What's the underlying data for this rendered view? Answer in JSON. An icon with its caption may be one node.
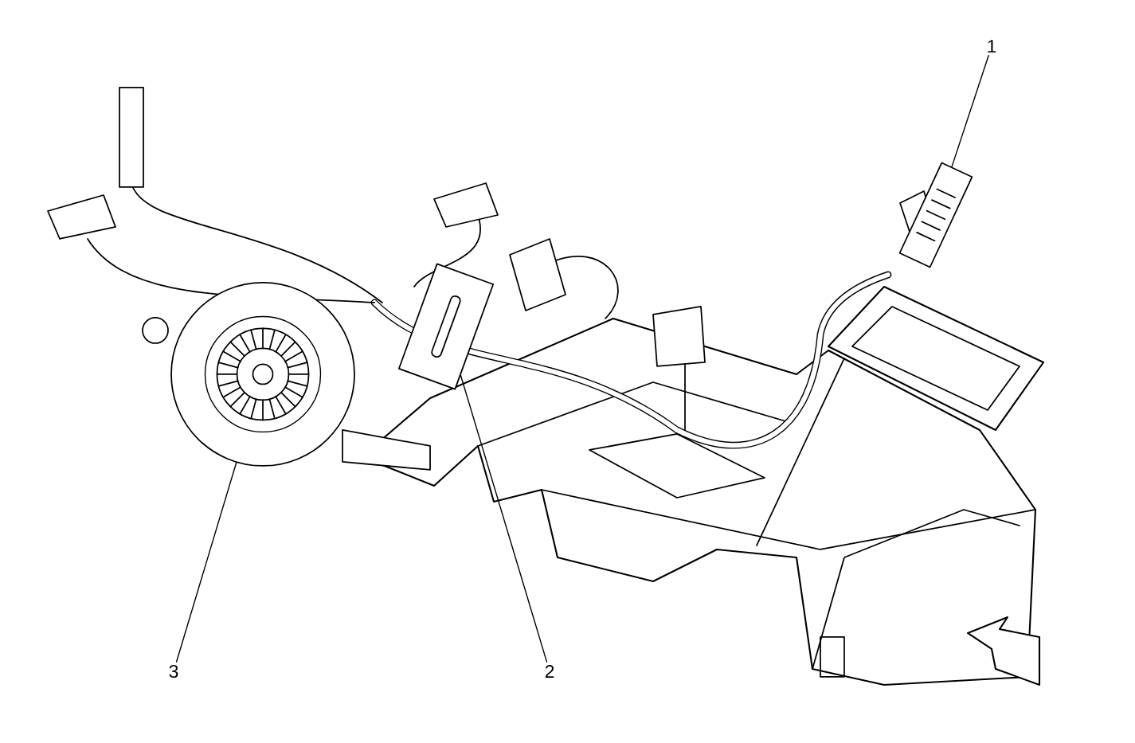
{
  "diagram": {
    "nodes": [
      {
        "text": [
          "1"
        ]
      },
      {
        "text": [
          "2"
        ]
      },
      {
        "text": [
          "3"
        ]
      },
      {
        "text": [],
        "shape": "picture"
      },
      {
        "text": [],
        "shape": "picture"
      },
      {
        "text": [],
        "shape": "picture"
      }
    ],
    "edges": [
      {
        "from": 0,
        "to": 3,
        "arrow": "none"
      },
      {
        "from": 1,
        "to": 4,
        "arrow": "none"
      },
      {
        "from": 2,
        "to": 5,
        "arrow": "none"
      }
    ]
  }
}
